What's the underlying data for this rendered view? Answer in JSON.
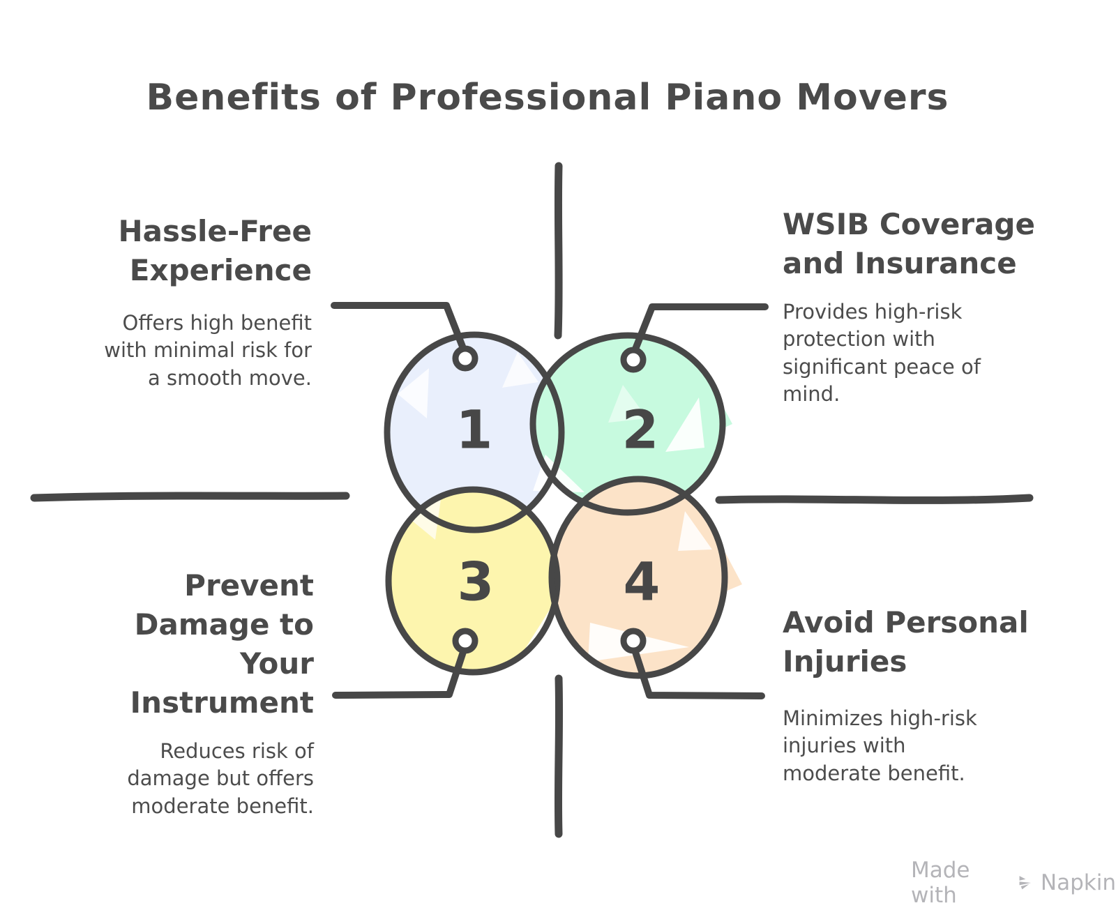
{
  "title": "Benefits of Professional Piano Movers",
  "colors": {
    "outline": "#474747",
    "text_dark": "#4a4a4a",
    "watermark_gray": "#b4b4b8",
    "background": "#ffffff"
  },
  "items": [
    {
      "number": "1",
      "position": "top-left",
      "heading": "Hassle-Free Experience",
      "heading_lines": [
        "Hassle-Free",
        "Experience"
      ],
      "description": "Offers high benefit with minimal risk for a smooth move.",
      "description_lines": [
        "Offers high benefit",
        "with minimal risk for",
        "a smooth move."
      ],
      "color": "#e9effc"
    },
    {
      "number": "2",
      "position": "top-right",
      "heading": "WSIB Coverage and Insurance",
      "heading_lines": [
        "WSIB Coverage",
        "and Insurance"
      ],
      "description": "Provides high-risk protection with significant peace of mind.",
      "description_lines": [
        "Provides high-risk",
        "protection with",
        "significant peace of",
        "mind."
      ],
      "color": "#c7fadf"
    },
    {
      "number": "3",
      "position": "bottom-left",
      "heading": "Prevent Damage to Your Instrument",
      "heading_lines": [
        "Prevent",
        "Damage to",
        "Your",
        "Instrument"
      ],
      "description": "Reduces risk of damage but offers moderate benefit.",
      "description_lines": [
        "Reduces risk of",
        "damage but offers",
        "moderate benefit."
      ],
      "color": "#fdf5ae"
    },
    {
      "number": "4",
      "position": "bottom-right",
      "heading": "Avoid Personal Injuries",
      "heading_lines": [
        "Avoid Personal",
        "Injuries"
      ],
      "description": "Minimizes high-risk injuries with moderate benefit.",
      "description_lines": [
        "Minimizes high-risk",
        "injuries with",
        "moderate benefit."
      ],
      "color": "#fce3c8"
    }
  ],
  "watermark": {
    "made_with": "Made with",
    "brand": "Napkin"
  }
}
